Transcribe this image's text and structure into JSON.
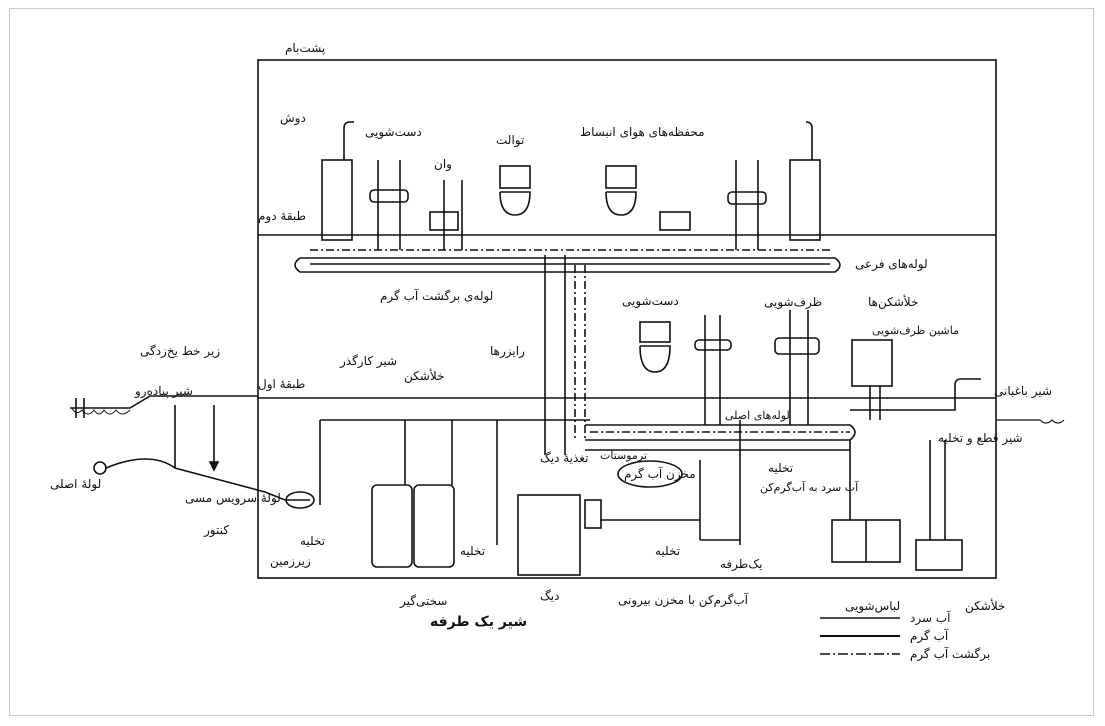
{
  "labels": {
    "roof": "پشت‌بام",
    "floor2": "طبقهٔ دوم",
    "floor1": "طبقهٔ اول",
    "basement": "زیرزمین",
    "shower": "دوش",
    "washbasin_top": "دست‌شویی",
    "tub": "وان",
    "toilet": "توالت",
    "air_chambers": "محفظه‌های هوای انبساط",
    "branch_pipes": "لوله‌های فرعی",
    "hot_return_pipe": "لوله‌ی برگشت آب گرم",
    "washbasin_mid": "دست‌شویی",
    "dishwasher": "ظرف‌شویی",
    "vacuum_breakers": "خلأشکن‌ها",
    "dishwasher_machine": "ماشین ظرف‌شویی",
    "risers": "رایزرها",
    "vacuum_breaker_1": "خلأشکن",
    "work_valve": "شیر کارگذر",
    "below_frost": "زیر خط یخ‌زدگی",
    "sidewalk_valve": "شیر پیاده‌رو",
    "main_pipe": "لولهٔ اصلی",
    "copper_service": "لولهٔ سرویس مسی",
    "meter": "کنتور",
    "drain_1": "تخلیه",
    "drain_2": "تخلیه",
    "drain_3": "تخلیه",
    "drain_4": "تخلیه",
    "softener": "سختی‌گیر",
    "boiler": "دیگ",
    "boiler_feed": "تغذیهٔ دیگ",
    "hot_tank": "مخزن آب گرم",
    "water_heater_ext_tank": "آب‌گرم‌کن با مخزن بیرونی",
    "check_valve": "یک‌طرفه",
    "check_valve_overlay": "شیر یک طرفه",
    "cold_to_heater": "آب سرد به آب‌گرم‌کن",
    "main_pipes": "لوله‌های اصلی",
    "shutoff_drain": "شیر قطع و تخلیه",
    "hose_bib": "شیر باغبانی",
    "laundry": "لباس‌شویی",
    "vacuum_breaker_2": "خلأشکن",
    "thermostat": "ترموستات"
  },
  "legend": [
    {
      "label": "آب سرد",
      "style": "cold"
    },
    {
      "label": "آب گرم",
      "style": "hot"
    },
    {
      "label": "برگشت آب گرم",
      "style": "return"
    }
  ]
}
